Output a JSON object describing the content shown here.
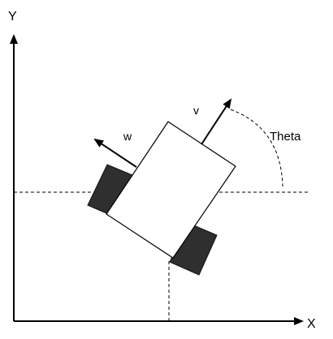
{
  "diagram": {
    "axes": {
      "x_label": "X",
      "y_label": "Y"
    },
    "labels": {
      "v": "v",
      "w": "w",
      "theta": "Theta"
    },
    "colors": {
      "ink": "#000000",
      "body_fill": "#ffffff",
      "wheel_fill": "#2f2f2f",
      "wheel_stroke": "#111111"
    }
  }
}
